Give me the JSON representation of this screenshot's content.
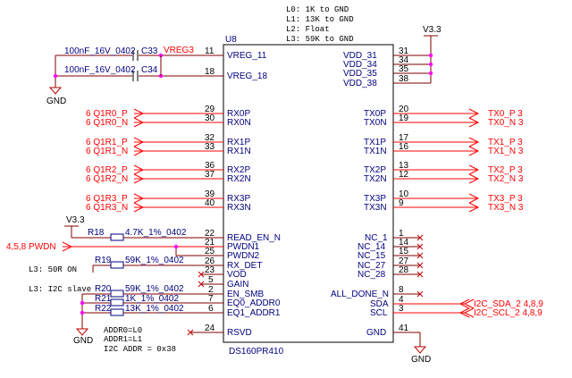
{
  "notes": {
    "lines": [
      "L0: 1K to GND",
      "L1: 13K to GND",
      "L2: Float",
      "L3: 59K to GND"
    ],
    "l3_50r": "L3: 50R ON",
    "l3_i2c": "L3: I2C slave",
    "addr0": "ADDR0=L0",
    "addr1": "ADDR1=L1",
    "i2c_addr": "I2C ADDR = 0x38"
  },
  "power": {
    "v33_top": "V3.3",
    "v33_left": "V3.3",
    "gnd_left": "GND",
    "gnd_bottom_left": "GND",
    "gnd_right": "GND"
  },
  "ic": {
    "ref": "U8",
    "part": "DS160PR410"
  },
  "caps": [
    {
      "value": "100nF_16V_0402",
      "ref": "C33",
      "net": "VREG3"
    },
    {
      "value": "100nF_16V_0402",
      "ref": "C34"
    }
  ],
  "resistors": [
    {
      "ref": "R18",
      "value": "4.7K_1%_0402"
    },
    {
      "ref": "R19",
      "value": "59K_1%_0402"
    },
    {
      "ref": "R20",
      "value": "59K_1%_0402"
    },
    {
      "ref": "R21",
      "value": "1K_1%_0402"
    },
    {
      "ref": "R22",
      "value": "13K_1%_0402"
    }
  ],
  "left_pins": [
    {
      "name": "VREG_11",
      "num": "11"
    },
    {
      "name": "VREG_18",
      "num": "18"
    },
    {
      "name": "RX0P",
      "num": "29",
      "net": "6  Q1R0_P"
    },
    {
      "name": "RX0N",
      "num": "30",
      "net": "6  Q1R0_N"
    },
    {
      "name": "RX1P",
      "num": "32",
      "net": "6  Q1R1_P"
    },
    {
      "name": "RX1N",
      "num": "33",
      "net": "6  Q1R1_N"
    },
    {
      "name": "RX2P",
      "num": "36",
      "net": "6  Q1R2_P"
    },
    {
      "name": "RX2N",
      "num": "37",
      "net": "6  Q1R2_N"
    },
    {
      "name": "RX3P",
      "num": "39",
      "net": "6  Q1R3_P"
    },
    {
      "name": "RX3N",
      "num": "40",
      "net": "6  Q1R3_N"
    },
    {
      "name": "READ_EN_N",
      "num": "22"
    },
    {
      "name": "PWDN1",
      "num": "21",
      "net": "4,5,8  PWDN"
    },
    {
      "name": "PWDN2",
      "num": "25"
    },
    {
      "name": "RX_DET",
      "num": "26"
    },
    {
      "name": "VOD",
      "num": "23"
    },
    {
      "name": "GAIN",
      "num": "5"
    },
    {
      "name": "EN_SMB",
      "num": "2"
    },
    {
      "name": "EQ0_ADDR0",
      "num": "7"
    },
    {
      "name": "EQ1_ADDR1",
      "num": "6"
    },
    {
      "name": "RSVD",
      "num": "24"
    }
  ],
  "right_pins": [
    {
      "name": "VDD_31",
      "num": "31"
    },
    {
      "name": "VDD_34",
      "num": "34"
    },
    {
      "name": "VDD_35",
      "num": "35"
    },
    {
      "name": "VDD_38",
      "num": "38"
    },
    {
      "name": "TX0P",
      "num": "20",
      "net": "TX0_P  3"
    },
    {
      "name": "TX0N",
      "num": "19",
      "net": "TX0_N  3"
    },
    {
      "name": "TX1P",
      "num": "17",
      "net": "TX1_P  3"
    },
    {
      "name": "TX1N",
      "num": "16",
      "net": "TX1_N  3"
    },
    {
      "name": "TX2P",
      "num": "13",
      "net": "TX2_P  3"
    },
    {
      "name": "TX2N",
      "num": "12",
      "net": "TX2_N  3"
    },
    {
      "name": "TX3P",
      "num": "10",
      "net": "TX3_P  3"
    },
    {
      "name": "TX3N",
      "num": "9",
      "net": "TX3_N  3"
    },
    {
      "name": "NC_1",
      "num": "1"
    },
    {
      "name": "NC_14",
      "num": "14"
    },
    {
      "name": "NC_15",
      "num": "15"
    },
    {
      "name": "NC_27",
      "num": "27"
    },
    {
      "name": "NC_28",
      "num": "28"
    },
    {
      "name": "ALL_DONE_N",
      "num": "8"
    },
    {
      "name": "SDA",
      "num": "4",
      "net": "I2C_SDA_2  4,8,9"
    },
    {
      "name": "SCL",
      "num": "3",
      "net": "I2C_SCL_2  4,8,9"
    },
    {
      "name": "GND",
      "num": "41"
    }
  ]
}
